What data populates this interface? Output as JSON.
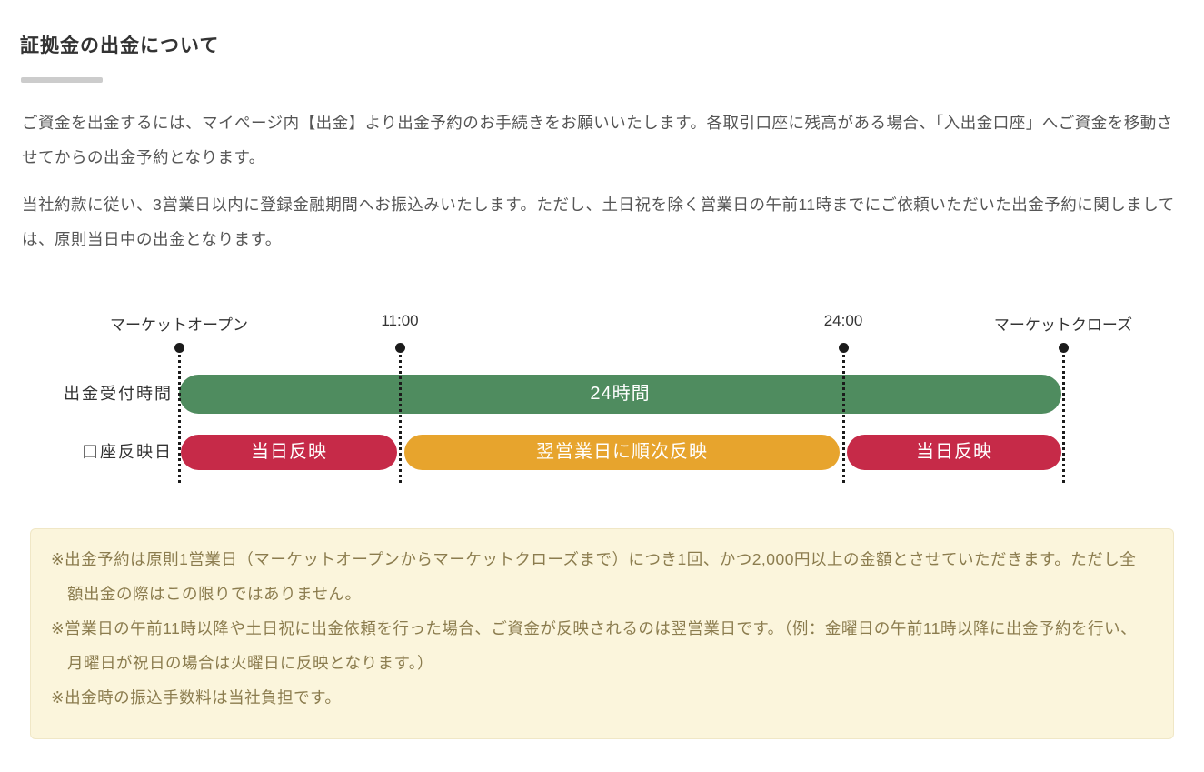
{
  "page": {
    "title": "証拠金の出金について",
    "paragraphs": [
      "ご資金を出金するには、マイページ内【出金】より出金予約のお手続きをお願いいたします。各取引口座に残高がある場合、「入出金口座」へご資金を移動させてからの出金予約となります。",
      "当社約款に従い、3営業日以内に登録金融期間へお振込みいたします。ただし、土日祝を除く営業日の午前11時までにご依頼いただいた出金予約に関しましては、原則当日中の出金となります。"
    ]
  },
  "diagram": {
    "milestones": [
      {
        "label": "マーケットオープン"
      },
      {
        "label": "11:00"
      },
      {
        "label": "24:00"
      },
      {
        "label": "マーケットクローズ"
      }
    ],
    "rows": [
      {
        "label": "出金受付時間",
        "segments": [
          {
            "text": "24時間",
            "color": "#4f8c5f",
            "from": "マーケットオープン",
            "to": "マーケットクローズ"
          }
        ]
      },
      {
        "label": "口座反映日",
        "segments": [
          {
            "text": "当日反映",
            "color": "#c62a48",
            "from": "マーケットオープン",
            "to": "11:00"
          },
          {
            "text": "翌営業日に順次反映",
            "color": "#e7a42d",
            "from": "11:00",
            "to": "24:00"
          },
          {
            "text": "当日反映",
            "color": "#c62a48",
            "from": "24:00",
            "to": "マーケットクローズ"
          }
        ]
      }
    ]
  },
  "notes": {
    "items": [
      "※出金予約は原則1営業日（マーケットオープンからマーケットクローズまで）につき1回、かつ2,000円以上の金額とさせていただきます。ただし全額出金の際はこの限りではありません。",
      "※営業日の午前11時以降や土日祝に出金依頼を行った場合、ご資金が反映されるのは翌営業日です。（例：金曜日の午前11時以降に出金予約を行い、月曜日が祝日の場合は火曜日に反映となります。）",
      "※出金時の振込手数料は当社負担です。"
    ]
  },
  "colors": {
    "bar_green": "#4f8c5f",
    "bar_red": "#c62a48",
    "bar_orange": "#e7a42d",
    "note_background": "#fbf5dc",
    "note_text": "#8b7c4e",
    "title_underline": "#cccccc",
    "body_text": "#555555"
  }
}
